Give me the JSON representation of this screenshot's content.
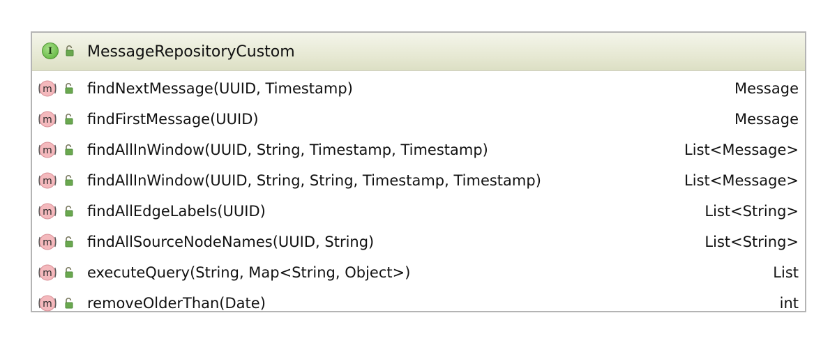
{
  "interface": {
    "badge_letter": "I",
    "name": "MessageRepositoryCustom",
    "icon": "interface-icon",
    "visibility_icon": "public-lock-icon"
  },
  "method_badge_letter": "m",
  "methods": [
    {
      "signature": "findNextMessage(UUID, Timestamp)",
      "return_type": "Message"
    },
    {
      "signature": "findFirstMessage(UUID)",
      "return_type": "Message"
    },
    {
      "signature": "findAllInWindow(UUID, String, Timestamp, Timestamp)",
      "return_type": "List<Message>"
    },
    {
      "signature": "findAllInWindow(UUID, String, String, Timestamp, Timestamp)",
      "return_type": "List<Message>"
    },
    {
      "signature": "findAllEdgeLabels(UUID)",
      "return_type": "List<String>"
    },
    {
      "signature": "findAllSourceNodeNames(UUID, String)",
      "return_type": "List<String>"
    },
    {
      "signature": "executeQuery(String, Map<String, Object>)",
      "return_type": "List"
    },
    {
      "signature": "removeOlderThan(Date)",
      "return_type": "int"
    }
  ],
  "colors": {
    "header_bg": "#e7e9d4",
    "border": "#b4b4b4",
    "interface_badge": "#6fbd4d",
    "method_badge": "#f4b9bd",
    "lock_green": "#6aa84f"
  }
}
